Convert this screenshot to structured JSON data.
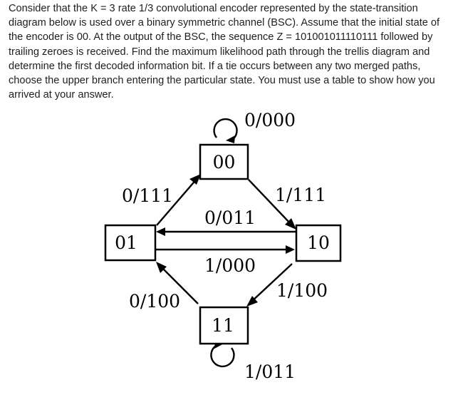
{
  "question": {
    "lines": [
      "Consider that the K = 3 rate 1/3 convolutional encoder represented by the state-transition",
      "diagram below is used over a binary symmetric channel (BSC). Assume that the initial state of",
      "the encoder is 00. At the output of the BSC, the sequence Z = 101001011110111 followed by",
      "trailing zeroes is received. Find the maximum likelihood path through the trellis diagram and",
      "determine the first decoded information bit. If a tie occurs between any two merged paths,",
      "choose the upper branch entering the particular state. You must use a table to show how you",
      "arrived at your answer."
    ]
  },
  "diagram": {
    "states": {
      "s00": "00",
      "s01": "01",
      "s10": "10",
      "s11": "11"
    },
    "transitions": {
      "self_00": "0/000",
      "t00_10": "1/111",
      "t01_00": "0/111",
      "t10_01": "0/011",
      "t01_10": "1/000",
      "t10_11": "1/100",
      "t11_01": "0/100",
      "self_11": "1/011"
    }
  }
}
